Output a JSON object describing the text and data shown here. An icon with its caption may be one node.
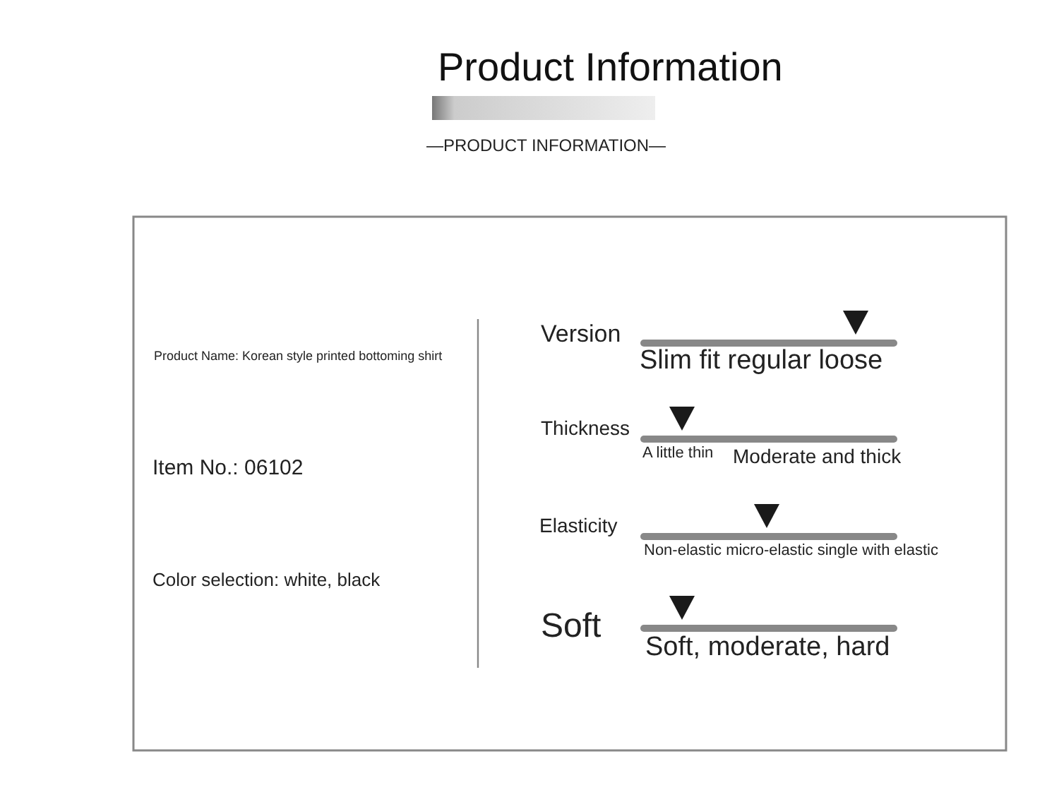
{
  "diagram": {
    "title": "Product Information",
    "nodes": [
      {
        "text": [],
        "shape": "bar"
      }
    ],
    "labels": [
      "—PRODUCT INFORMATION—",
      "Product Name: Korean style printed bottoming shirt",
      "Item No.: 06102",
      "Color selection: white, black",
      "Version",
      "Slim fit regular loose",
      "Thickness",
      "A little thin",
      "Moderate and thick",
      "Elasticity",
      "Non-elastic micro-elastic single with elastic",
      "Soft",
      "Soft, moderate, hard"
    ]
  }
}
